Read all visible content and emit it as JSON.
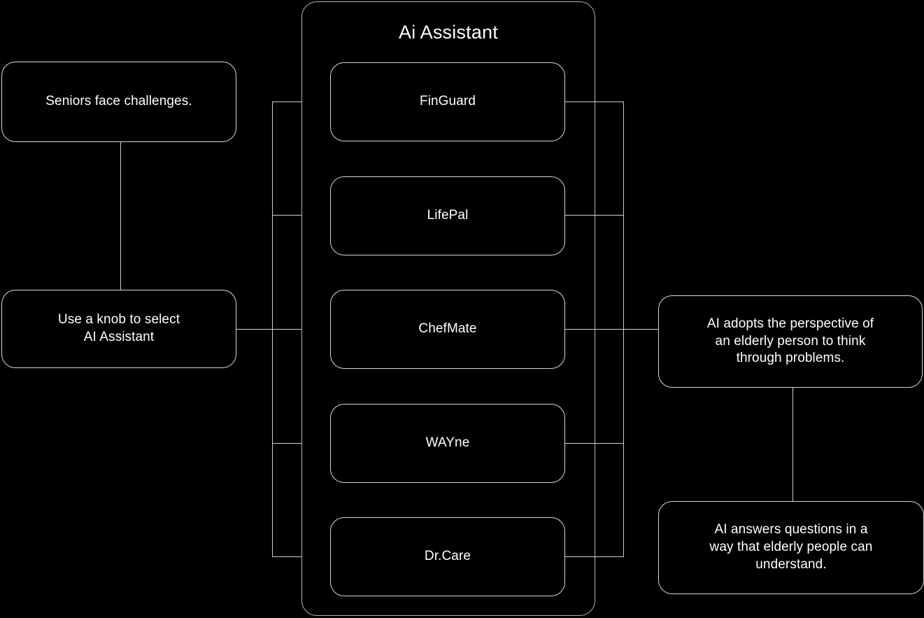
{
  "diagram": {
    "title": "Ai Assistant flow",
    "background_color": "#000000",
    "line_color": "#cfcfcf",
    "text_color": "#ffffff"
  },
  "left_column": {
    "problem_node": {
      "label": "Seniors face challenges."
    },
    "action_node": {
      "label": "Use a knob to select\nAI Assistant"
    }
  },
  "group": {
    "title": "Ai Assistant",
    "items": [
      {
        "label": "FinGuard"
      },
      {
        "label": "LifePal"
      },
      {
        "label": "ChefMate"
      },
      {
        "label": "WAYne"
      },
      {
        "label": "Dr.Care"
      }
    ]
  },
  "right_column": {
    "outcome_primary": {
      "label": "AI adopts the perspective of\nan elderly person to think\nthrough problems."
    },
    "outcome_secondary": {
      "label": "AI answers questions in a\nway that elderly people can\nunderstand."
    }
  }
}
